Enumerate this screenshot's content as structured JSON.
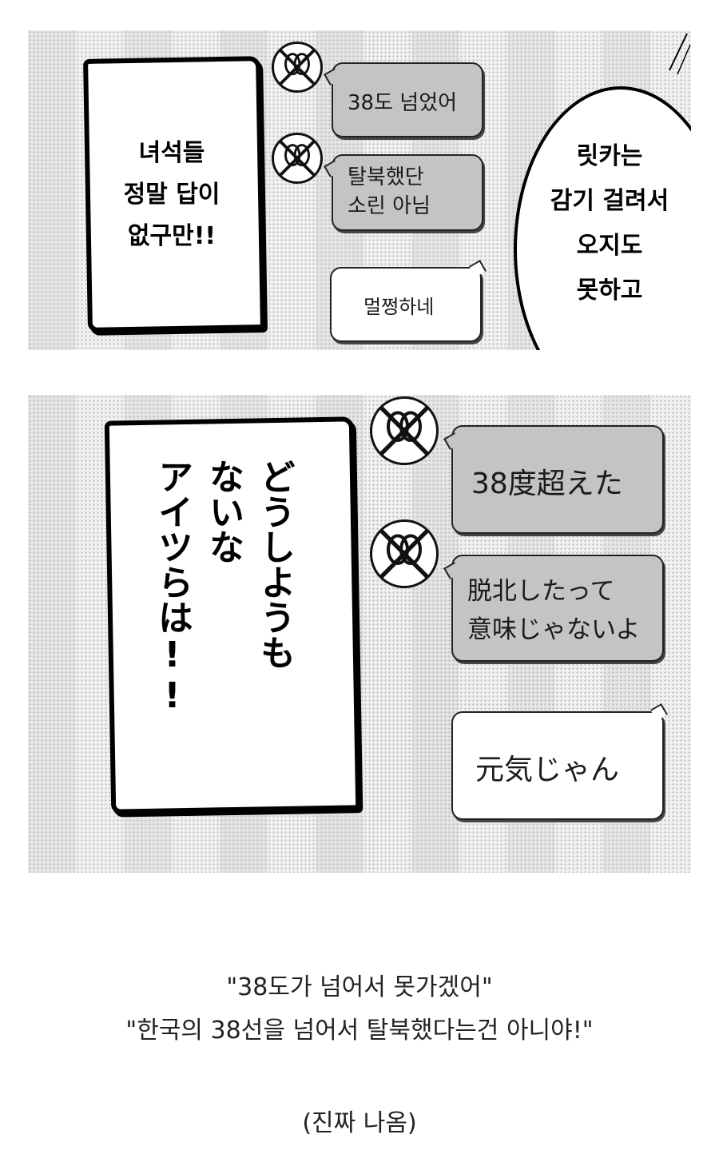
{
  "panel_top": {
    "shout": "녀석들\n정말 답이\n없구만!!",
    "bubbles": [
      {
        "text": "38도 넘었어"
      },
      {
        "text": "탈북했단\n소린 아님"
      },
      {
        "text": "멀쩡하네"
      }
    ],
    "thought": "릿카는\n감기 걸려서\n오지도\n못하고"
  },
  "panel_bottom": {
    "shout_columns": [
      "どうしようも",
      "ないな",
      "アイツらは!!"
    ],
    "bubbles": [
      {
        "text": "38度超えた"
      },
      {
        "text": "脱北したって\n意味じゃないよ"
      },
      {
        "text": "元気じゃん"
      }
    ]
  },
  "caption": {
    "line1": "\"38도가 넘어서 못가겠어\"",
    "line2": "\"한국의 38선을 넘어서 탈북했다는건 아니야!\"",
    "line3": "(진짜 나옴)"
  }
}
